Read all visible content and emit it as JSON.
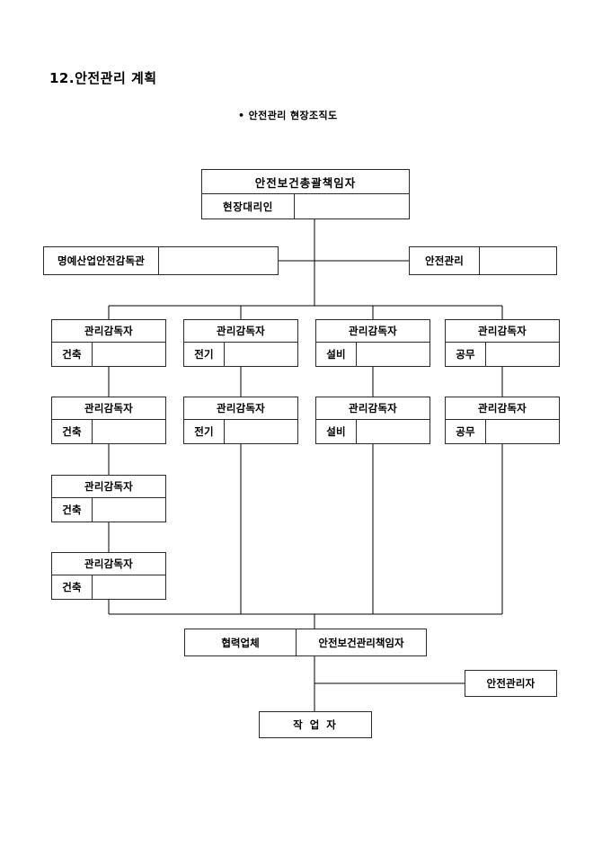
{
  "document": {
    "title": "12.안전관리 계획",
    "subtitle": "• 안전관리 현장조직도"
  },
  "org_chart": {
    "top": {
      "title": "안전보건총괄책임자",
      "role_tag": "현장대리인",
      "role_value": ""
    },
    "honorary_inspector": {
      "label": "명예산업안전감독관",
      "value": ""
    },
    "safety_management": {
      "label": "안전관리",
      "value": ""
    },
    "supervisor_title": "관리감독자",
    "supervisor_rows": [
      [
        {
          "title": "관리감독자",
          "tag": "건축",
          "value": ""
        },
        {
          "title": "관리감독자",
          "tag": "전기",
          "value": ""
        },
        {
          "title": "관리감독자",
          "tag": "설비",
          "value": ""
        },
        {
          "title": "관리감독자",
          "tag": "공무",
          "value": ""
        }
      ],
      [
        {
          "title": "관리감독자",
          "tag": "건축",
          "value": ""
        },
        {
          "title": "관리감독자",
          "tag": "전기",
          "value": ""
        },
        {
          "title": "관리감독자",
          "tag": "설비",
          "value": ""
        },
        {
          "title": "관리감독자",
          "tag": "공무",
          "value": ""
        }
      ],
      [
        {
          "title": "관리감독자",
          "tag": "건축",
          "value": ""
        }
      ],
      [
        {
          "title": "관리감독자",
          "tag": "건축",
          "value": ""
        }
      ]
    ],
    "partner": {
      "left_label": "협력업체",
      "right_label": "안전보건관리책임자"
    },
    "safety_officer": {
      "label": "안전관리자"
    },
    "worker": {
      "label": "작 업 자"
    }
  },
  "colors": {
    "page_background": "#ffffff",
    "ink": "#000000",
    "box_border": "#2b2b2b"
  }
}
